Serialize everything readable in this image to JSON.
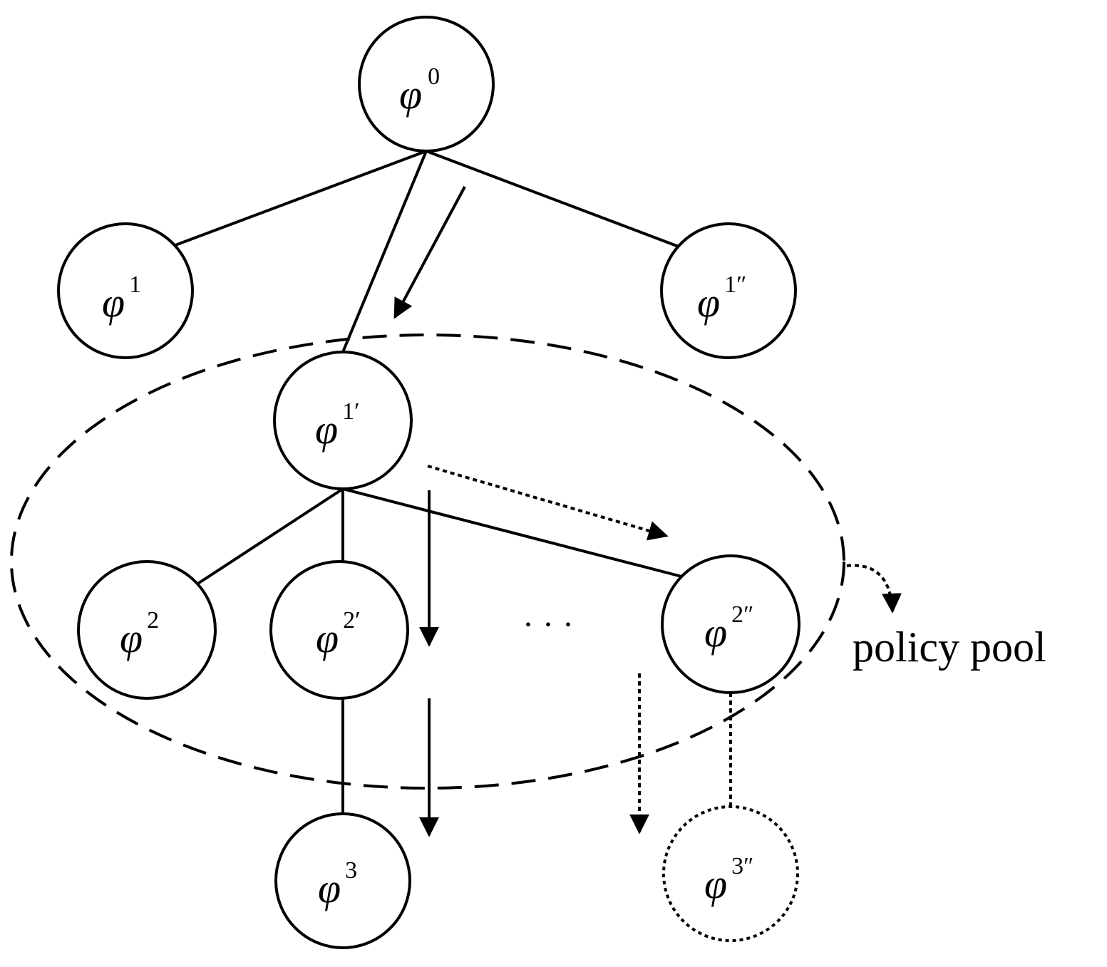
{
  "nodes": {
    "phi0": {
      "symbol": "φ",
      "superscript": "0"
    },
    "phi1": {
      "symbol": "φ",
      "superscript": "1"
    },
    "phi1pp": {
      "symbol": "φ",
      "superscript": "1″"
    },
    "phi1p": {
      "symbol": "φ",
      "superscript": "1′"
    },
    "phi2": {
      "symbol": "φ",
      "superscript": "2"
    },
    "phi2p": {
      "symbol": "φ",
      "superscript": "2′"
    },
    "phi2pp": {
      "symbol": "φ",
      "superscript": "2″"
    },
    "phi3": {
      "symbol": "φ",
      "superscript": "3"
    },
    "phi3pp": {
      "symbol": "φ",
      "superscript": "3″"
    }
  },
  "ellipsis": "· · ·",
  "pool_label": "policy pool"
}
